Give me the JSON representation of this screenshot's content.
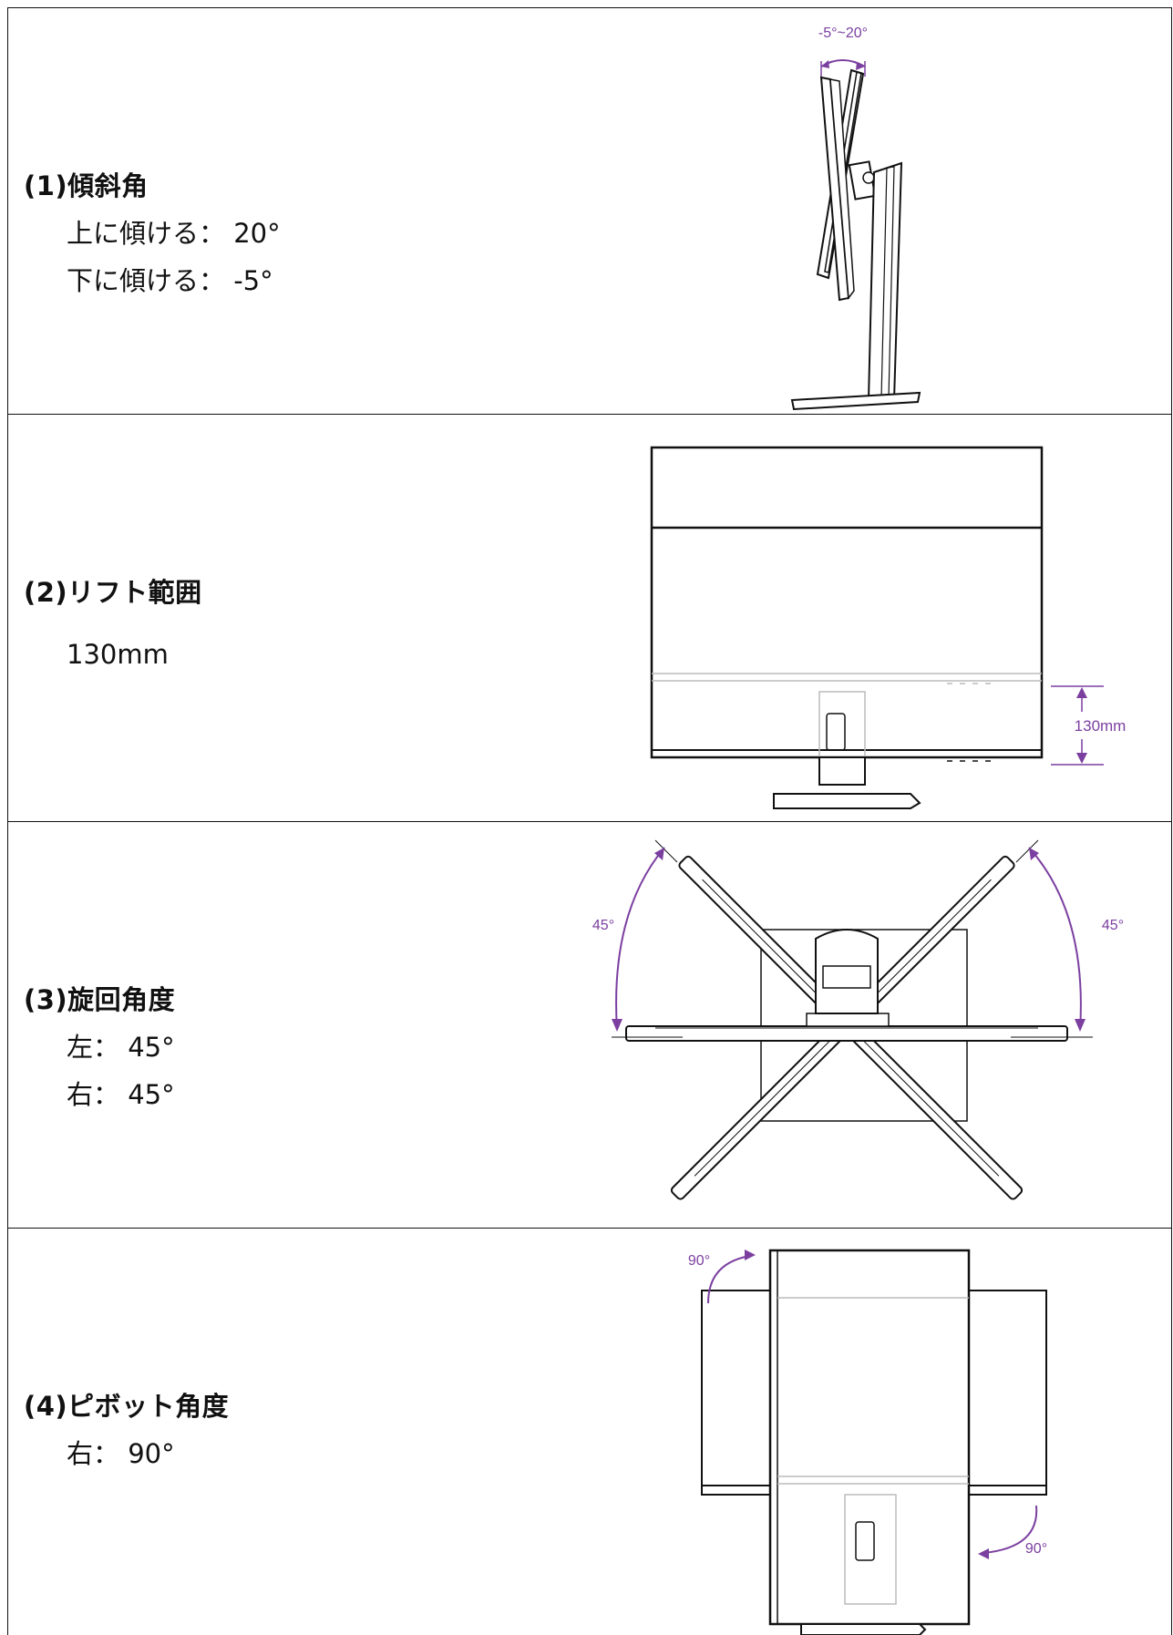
{
  "sections": [
    {
      "title": "(1)傾斜角",
      "lines": [
        "上に傾ける： 20°",
        "下に傾ける： -5°"
      ],
      "diagram_label": "-5°~20°"
    },
    {
      "title": "(2)リフト範囲",
      "lines": [
        "130mm"
      ],
      "diagram_label": "130mm"
    },
    {
      "title": "(3)旋回角度",
      "lines": [
        "左： 45°",
        "右： 45°"
      ],
      "diagram_label_left": "45°",
      "diagram_label_right": "45°"
    },
    {
      "title": "(4)ピボット角度",
      "lines": [
        "右： 90°"
      ],
      "diagram_label_top": "90°",
      "diagram_label_bottom": "90°"
    }
  ],
  "colors": {
    "accent": "#7b3fa0",
    "line": "#111111",
    "light": "#bbbbbb"
  }
}
